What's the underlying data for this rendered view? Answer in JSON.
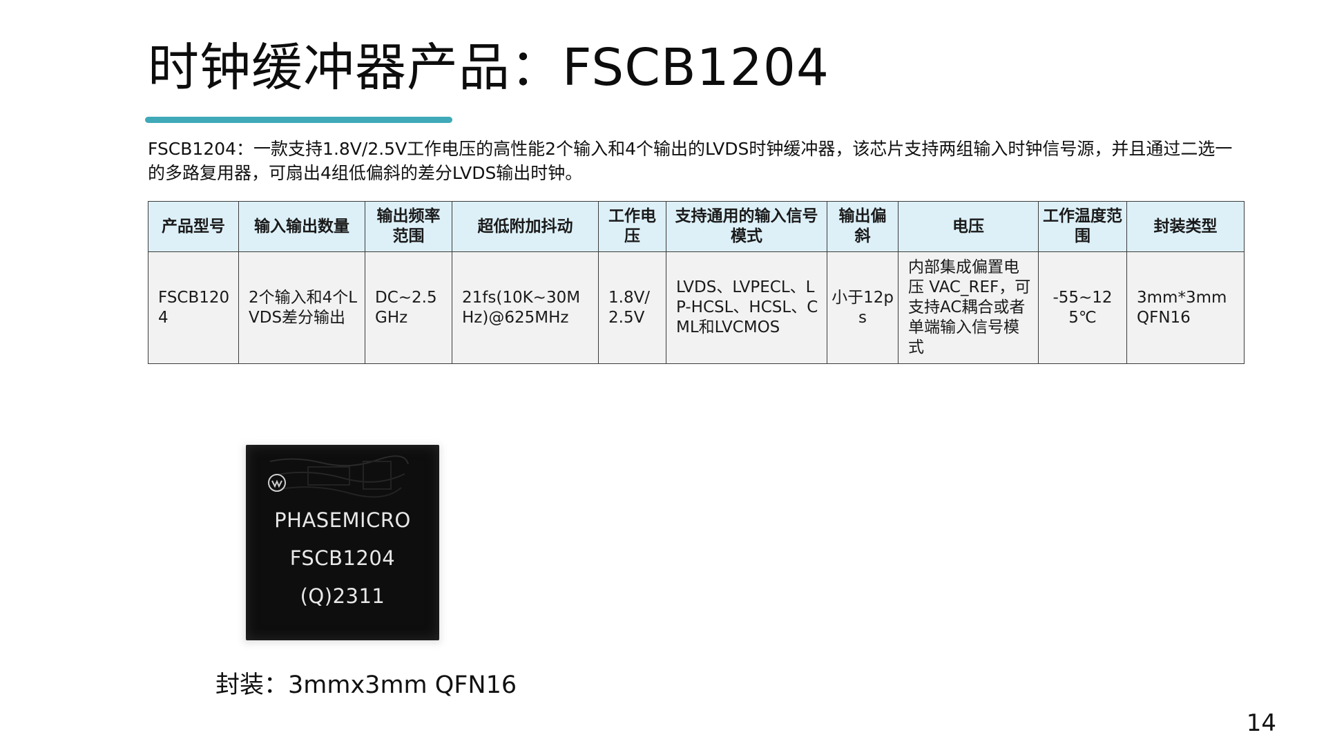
{
  "slide": {
    "title": "时钟缓冲器产品：FSCB1204",
    "accent_color": "#3fa9b8",
    "intro": "FSCB1204：一款支持1.8V/2.5V工作电压的高性能2个输入和4个输出的LVDS时钟缓冲器，该芯片支持两组输入时钟信号源，并且通过二选一的多路复用器，可扇出4组低偏斜的差分LVDS输出时钟。",
    "page_number": "14"
  },
  "table": {
    "header_bg": "#ddf0f8",
    "headers": [
      "产品型号",
      "输入输出数量",
      "输出频率范围",
      "超低附加抖动",
      "工作电压",
      "支持通用的输入信号模式",
      "输出偏斜",
      "电压",
      "工作温度范围",
      "封装类型"
    ],
    "row": [
      "FSCB1204",
      "2个输入和4个LVDS差分输出",
      "DC~2.5GHz",
      "21fs(10K~30MHz)@625MHz",
      "1.8V/2.5V",
      "LVDS、LVPECL、LP-HCSL、HCSL、CML和LVCMOS",
      "小于12ps",
      "内部集成偏置电压 VAC_REF，可支持AC耦合或者单端输入信号模式",
      "-55~125℃",
      "3mm*3mm QFN16"
    ]
  },
  "chip": {
    "line1": "PHASEMICRO",
    "line2": "FSCB1204",
    "line3": "(Q)2311",
    "logo_icon": "phasemicro-logo-icon"
  },
  "caption": "封装：3mmx3mm QFN16"
}
